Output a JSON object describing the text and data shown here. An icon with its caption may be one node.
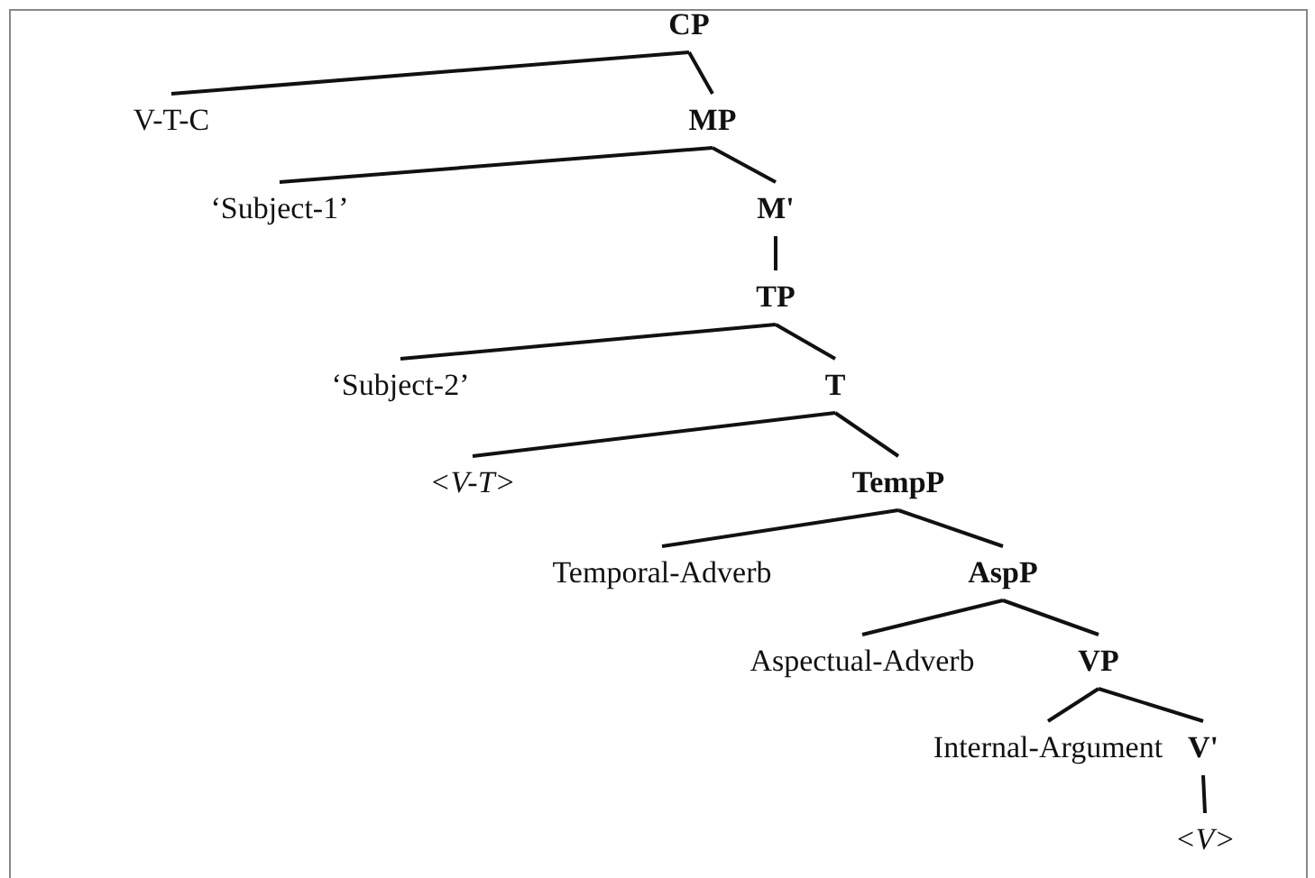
{
  "diagram": {
    "nodes": [
      {
        "text": [
          "CP"
        ]
      },
      {
        "text": [
          "V-T-C"
        ]
      },
      {
        "text": [
          "MP"
        ]
      },
      {
        "text": [
          "‘Subject-1’"
        ]
      },
      {
        "text": [
          "M'"
        ]
      },
      {
        "text": [
          "TP"
        ]
      },
      {
        "text": [
          "‘Subject-2’"
        ]
      },
      {
        "text": [
          "T"
        ]
      },
      {
        "text": [
          "<V-T>"
        ]
      },
      {
        "text": [
          "TempP"
        ]
      },
      {
        "text": [
          "Temporal-Adverb"
        ]
      },
      {
        "text": [
          "AspP"
        ]
      },
      {
        "text": [
          "Aspectual-Adverb"
        ]
      },
      {
        "text": [
          "VP"
        ]
      },
      {
        "text": [
          "Internal-Argument"
        ]
      },
      {
        "text": [
          "V'"
        ]
      },
      {
        "text": [
          "<V>"
        ]
      }
    ],
    "edges": [
      {
        "from": 0,
        "to": 1,
        "arrow": "none"
      },
      {
        "from": 0,
        "to": 2,
        "arrow": "none"
      },
      {
        "from": 2,
        "to": 3,
        "arrow": "none"
      },
      {
        "from": 2,
        "to": 4,
        "arrow": "none"
      },
      {
        "from": 4,
        "to": 5,
        "arrow": "none"
      },
      {
        "from": 5,
        "to": 6,
        "arrow": "none"
      },
      {
        "from": 5,
        "to": 7,
        "arrow": "none"
      },
      {
        "from": 7,
        "to": 8,
        "arrow": "none"
      },
      {
        "from": 7,
        "to": 9,
        "arrow": "none"
      },
      {
        "from": 9,
        "to": 10,
        "arrow": "none"
      },
      {
        "from": 9,
        "to": 11,
        "arrow": "none"
      },
      {
        "from": 11,
        "to": 12,
        "arrow": "none"
      },
      {
        "from": 11,
        "to": 13,
        "arrow": "none"
      },
      {
        "from": 13,
        "to": 14,
        "arrow": "none"
      },
      {
        "from": 13,
        "to": 15,
        "arrow": "none"
      },
      {
        "from": 15,
        "to": 16,
        "arrow": "none"
      }
    ]
  }
}
